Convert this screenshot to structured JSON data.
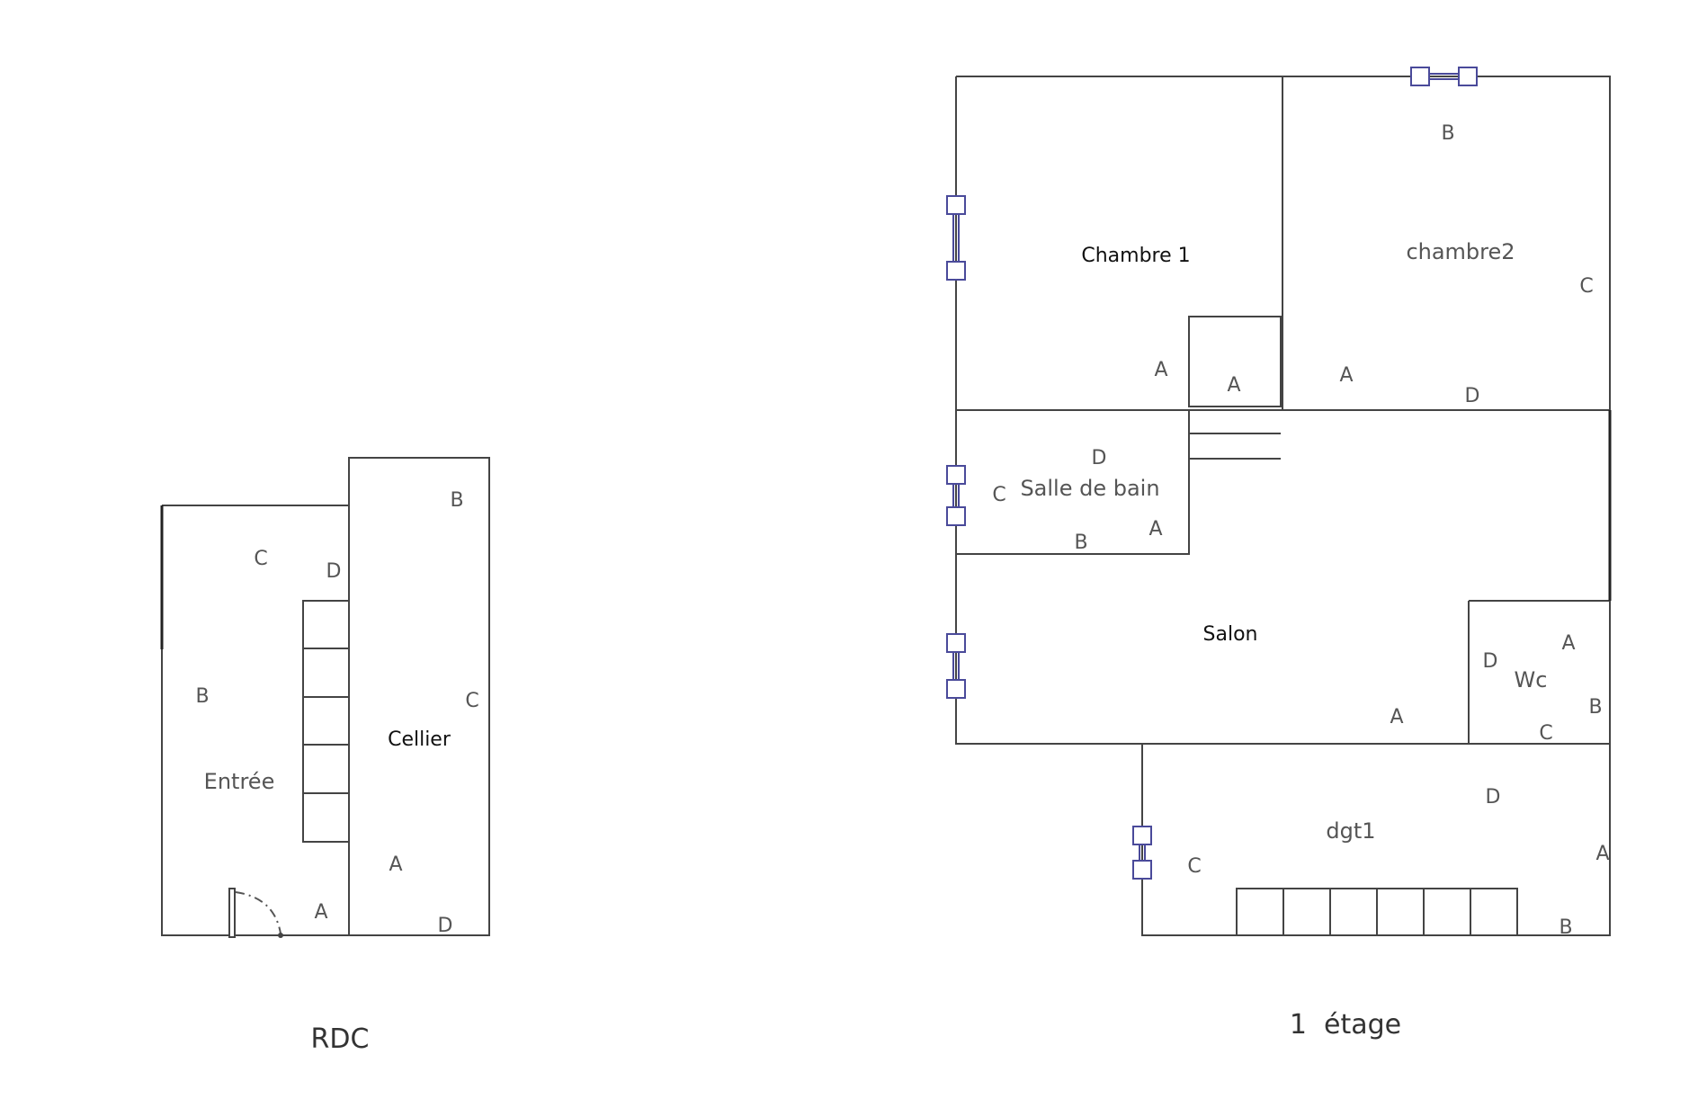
{
  "floors": {
    "rdc": {
      "title": "RDC",
      "rooms": {
        "entree": "Entrée",
        "cellier": "Cellier"
      },
      "letters": {
        "entree_c": "C",
        "entree_d": "D",
        "entree_b": "B",
        "entree_a": "A",
        "cellier_b": "B",
        "cellier_c": "C",
        "cellier_a": "A",
        "cellier_d": "D"
      }
    },
    "etage1": {
      "title": "1  étage",
      "rooms": {
        "chambre1": "Chambre 1",
        "chambre2": "chambre2",
        "salle_de_bain": "Salle de bain",
        "salon": "Salon",
        "wc": "Wc",
        "dgt1": "dgt1"
      },
      "letters": {
        "ch2_b": "B",
        "ch2_c": "C",
        "ch2_a": "A",
        "ch2_d": "D",
        "ch1_a": "A",
        "closet_a": "A",
        "sdb_d": "D",
        "sdb_c": "C",
        "sdb_b": "B",
        "sdb_a": "A",
        "salon_a": "A",
        "wc_d": "D",
        "wc_a": "A",
        "wc_b": "B",
        "wc_c": "C",
        "dgt_d": "D",
        "dgt_c": "C",
        "dgt_a": "A",
        "dgt_b": "B"
      }
    }
  },
  "colors": {
    "walls": "#444444",
    "windows": "#4a4a9a"
  }
}
